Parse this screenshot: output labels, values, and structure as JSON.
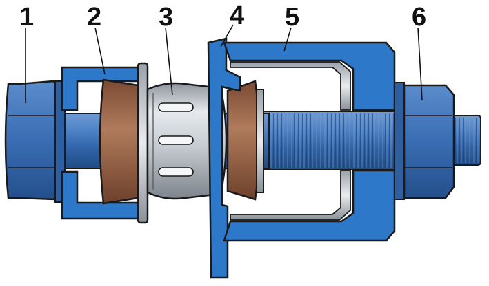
{
  "callouts": [
    {
      "id": "c1",
      "label": "1"
    },
    {
      "id": "c2",
      "label": "2"
    },
    {
      "id": "c3",
      "label": "3"
    },
    {
      "id": "c4",
      "label": "4"
    },
    {
      "id": "c5",
      "label": "5"
    },
    {
      "id": "c6",
      "label": "6"
    }
  ],
  "colors": {
    "blue": "#2d78c8",
    "blue_dark": "#1c4f8e",
    "steel_bolt": "#3d6eb0",
    "bronze": "#9a6448",
    "silver": "#c8cdd2",
    "outline": "#1a1a1a"
  }
}
